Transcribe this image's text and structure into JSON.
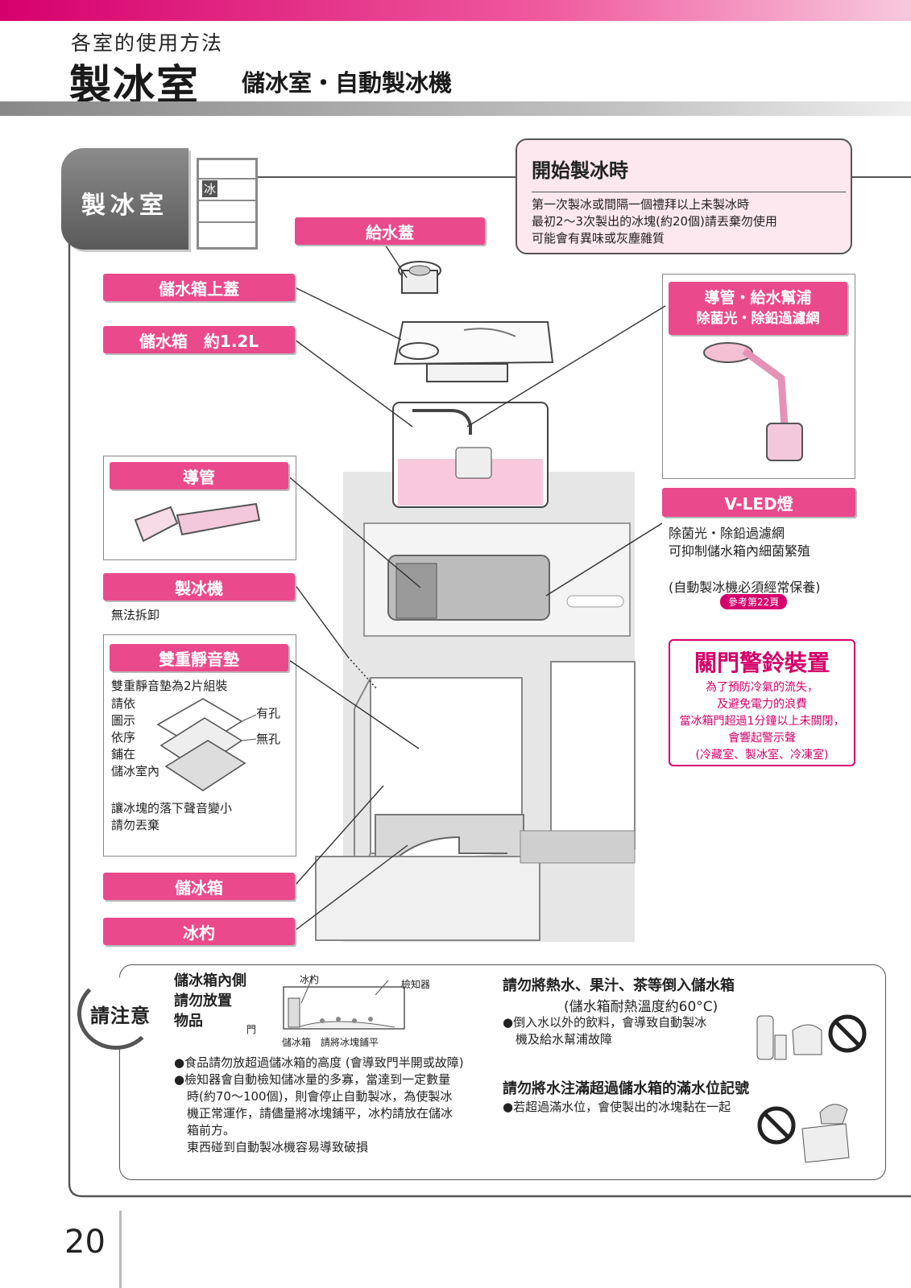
{
  "header": {
    "subtitle": "各室的使用方法",
    "title": "製冰室",
    "section": "儲冰室・自動製冰機"
  },
  "tab": {
    "label": "製冰室",
    "compartment_mark": "冰"
  },
  "start_box": {
    "title": "開始製冰時",
    "lines": [
      "第一次製冰或間隔一個禮拜以上未製冰時",
      "最初2〜3次製出的冰塊(約20個)請丟棄勿使用",
      "可能會有異味或灰塵雜質"
    ]
  },
  "labels": {
    "water_cover": "給水蓋",
    "tank_lid": "儲水箱上蓋",
    "tank": "儲水箱　約1.2L",
    "pipe": "導管",
    "pipe_pump_line1": "導管・給水幫浦",
    "pipe_pump_line2": "除菌光・除鉛過濾網",
    "vled": "V-LED燈",
    "ice_maker": "製冰機",
    "ice_maker_note": "無法拆卸",
    "pad": "雙重靜音墊",
    "ice_bin": "儲冰箱",
    "scoop": "冰杓"
  },
  "vled_text": {
    "lines": [
      "除菌光・除鉛過濾網",
      "可抑制儲水箱內細菌繁殖"
    ],
    "maint": "(自動製冰機必須經常保養)",
    "ref": "參考第22頁"
  },
  "alarm": {
    "title": "關門警鈴裝置",
    "lines": [
      "為了預防冷氣的流失，",
      "及避免電力的浪費",
      "當冰箱門超過1分鐘以上未關閉，",
      "會響起警示聲",
      "(冷藏室、製冰室、冷凍室)"
    ]
  },
  "pad_text": {
    "intro": "雙重靜音墊為2片組裝",
    "vertical": [
      "請依",
      "圖示",
      "依序",
      "鋪在",
      "儲冰室內"
    ],
    "with_holes": "有孔",
    "no_holes": "無孔",
    "footer": [
      "讓冰塊的落下聲音變小",
      "請勿丟棄"
    ]
  },
  "caution": {
    "badge": "請注意",
    "left_head": [
      "儲冰箱內側",
      "請勿放置",
      "物品"
    ],
    "diagram": {
      "scoop": "冰杓",
      "detector": "檢知器",
      "door": "門",
      "caption": "儲冰箱　請將冰塊鋪平"
    },
    "bullets": [
      "●食品請勿放超過儲冰箱的高度 (會導致門半開或故障)",
      "●檢知器會自動檢知儲冰量的多寡，當達到一定數量",
      "時(約70〜100個)，則會停止自動製冰，為使製冰",
      "機正常運作，請儘量將冰塊鋪平，冰杓請放在儲冰",
      "箱前方。",
      "東西碰到自動製冰機容易導致破損"
    ],
    "right1_title": "請勿將熱水、果汁、茶等倒入儲水箱",
    "right1_sub": "(儲水箱耐熱溫度約60°C)",
    "right1_lines": [
      "●倒入水以外的飲料，會導致自動製冰",
      "機及給水幫浦故障"
    ],
    "right2_title": "請勿將水注滿超過儲水箱的滿水位記號",
    "right2_line": "●若超過滿水位，會使製出的冰塊黏在一起"
  },
  "page_number": "20",
  "colors": {
    "accent": "#ea4a8c",
    "brand": "#d6006d",
    "alarm": "#d4006a",
    "gray": "#888888"
  }
}
